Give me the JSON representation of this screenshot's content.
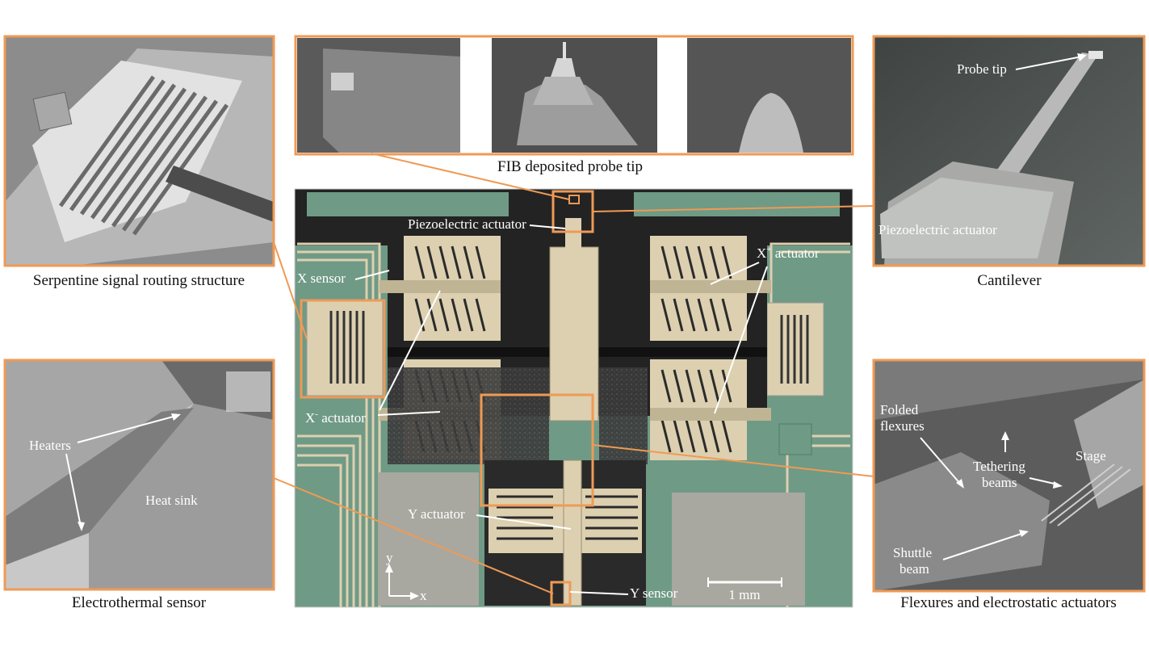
{
  "colors": {
    "accent": "#ef9a55",
    "chip_green": "#6f9a86",
    "chip_tan": "#dcd0b0",
    "chip_dark": "#232323",
    "sem_gray": "#8a8a8a"
  },
  "panels": {
    "serpentine": {
      "caption": "Serpentine signal routing structure"
    },
    "fib": {
      "caption": "FIB deposited probe tip"
    },
    "cantilever": {
      "caption": "Cantilever",
      "probe_tip": "Probe tip",
      "piezo": "Piezoelectric actuator"
    },
    "thermal": {
      "caption": "Electrothermal sensor",
      "heaters": "Heaters",
      "heat_sink": "Heat sink"
    },
    "flexure": {
      "caption": "Flexures and electrostatic actuators",
      "folded_1": "Folded",
      "folded_2": "flexures",
      "tether_1": "Tethering",
      "tether_2": "beams",
      "stage": "Stage",
      "shuttle_1": "Shuttle",
      "shuttle_2": "beam"
    }
  },
  "chip": {
    "piezo": "Piezoelectric actuator",
    "x_sensor": "X sensor",
    "x_plus": "X",
    "x_plus_sup": "+",
    "x_plus_suffix": " actuator",
    "x_minus": "X",
    "x_minus_sup": "-",
    "x_minus_suffix": " actuator",
    "y_actuator": "Y actuator",
    "y_sensor": "Y sensor",
    "scale": "1 mm",
    "axis_y": "y",
    "axis_x": "x"
  }
}
